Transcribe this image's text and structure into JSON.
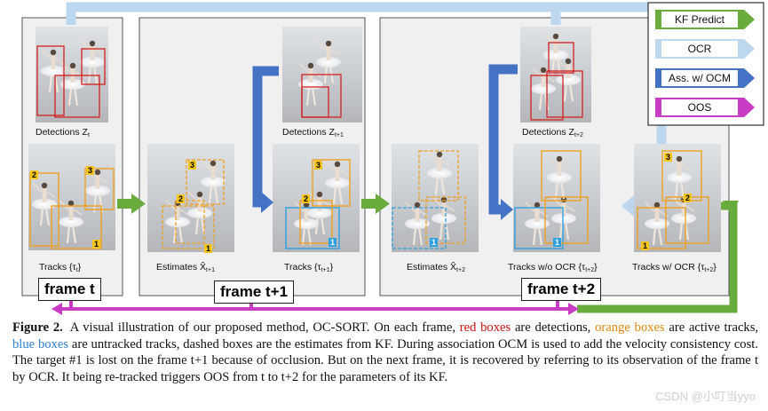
{
  "figure": {
    "frames": [
      "frame t",
      "frame t+1",
      "frame t+2"
    ],
    "panel_captions": {
      "detections_t": "Detections Z",
      "detections_t_sub": "t",
      "tracks_t": "Tracks {τ",
      "tracks_t_sub": "t",
      "estimates_t1": "Estimates X̂",
      "estimates_t1_sub": "t+1",
      "detections_t1": "Detections Z",
      "detections_t1_sub": "t+1",
      "tracks_t1": "Tracks {τ",
      "tracks_t1_sub": "t+1",
      "estimates_t2": "Estimates X̂",
      "estimates_t2_sub": "t+2",
      "detections_t2": "Detections Z",
      "detections_t2_sub": "t+2",
      "tracks_no_ocr": "Tracks w/o OCR {τ",
      "tracks_no_ocr_sub": "t+2",
      "tracks_ocr": "Tracks w/ OCR {τ",
      "tracks_ocr_sub": "t+2",
      "close_brace": "}"
    },
    "track_ids": [
      "1",
      "2",
      "3"
    ],
    "legend": [
      {
        "label": "KF Predict",
        "color": "#6aab3e"
      },
      {
        "label": "OCR",
        "color": "#bdd7ee"
      },
      {
        "label": "Ass. w/ OCM",
        "color": "#4472c4"
      },
      {
        "label": "OOS",
        "color": "#c93cc4"
      }
    ],
    "colors": {
      "detection": "#d42020",
      "track": "#f0a020",
      "untracked": "#2ea0e0",
      "panel_bg": "#f0f0f0"
    }
  },
  "caption": {
    "label": "Figure 2.",
    "part1": "A visual illustration of our proposed method, OC-SORT. On each frame,",
    "red_text": "red boxes",
    "part2": "are detections,",
    "orange_text": "orange boxes",
    "part3": "are active tracks,",
    "blue_text": "blue boxes",
    "part4": "are untracked tracks, dashed boxes are the estimates from KF. During association OCM is used to add the velocity consistency cost. The target #1 is lost on the frame t+1 because of occlusion. But on the next frame, it is recovered by referring to its observation of the frame t by OCR. It being re-tracked triggers OOS from t to t+2 for the parameters of its KF."
  },
  "watermark": "CSDN @小叮当yyo"
}
